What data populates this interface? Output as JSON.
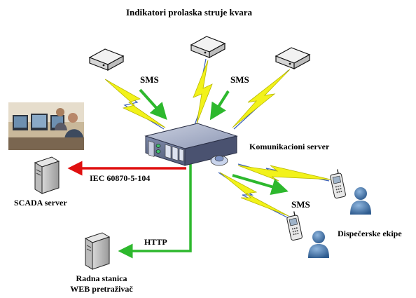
{
  "title": "Indikatori prolaska struje kvara",
  "labels": {
    "sms_left": "SMS",
    "sms_right": "SMS",
    "sms_bottom": "SMS",
    "comm_server": "Komunikacioni server",
    "protocol": "IEC 60870-5-104",
    "scada": "SCADA server",
    "http": "HTTP",
    "workstation_line1": "Radna stanica",
    "workstation_line2": "WEB pretraživač",
    "dispatch": "Dispečerske ekipe"
  },
  "colors": {
    "arrow_green": "#2db82d",
    "arrow_red": "#e01010",
    "lightning_yellow": "#f2f21a",
    "lightning_blue": "#3a5fb8",
    "server_body": "#6f7a9a",
    "person_blue": "#4f7fb4"
  },
  "icons": [
    "fault-indicator-icon",
    "server-icon",
    "tower-pc-icon",
    "cellphone-icon",
    "person-icon",
    "monitoring-room-photo"
  ]
}
